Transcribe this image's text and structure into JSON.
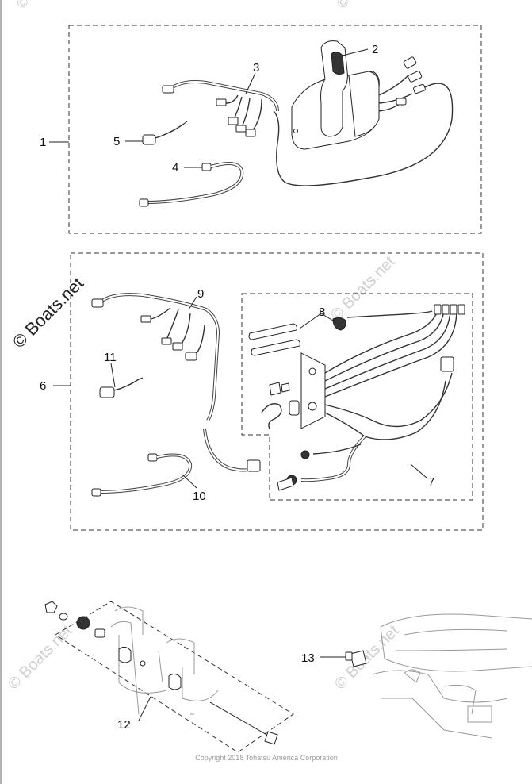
{
  "diagram": {
    "watermark": "© Boats.net",
    "copyright": "Copyright 2018 Tohatsu America Corporation",
    "callouts": [
      "1",
      "2",
      "3",
      "4",
      "5",
      "6",
      "7",
      "8",
      "9",
      "10",
      "11",
      "12",
      "13"
    ],
    "colors": {
      "line": "#222222",
      "watermark": "#cfcfcf",
      "copyright": "#9a9a9a"
    }
  }
}
